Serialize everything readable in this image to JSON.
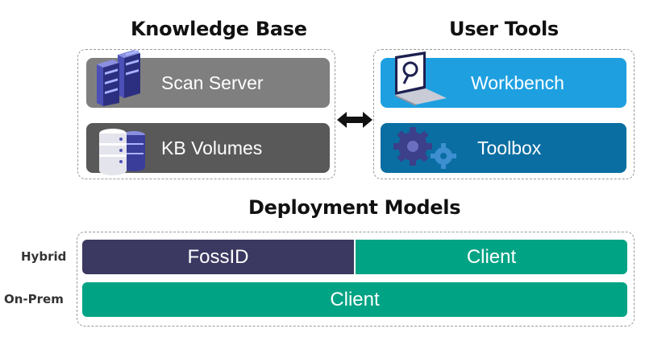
{
  "knowledge_base": {
    "title": "Knowledge Base",
    "items": [
      {
        "label": "Scan Server",
        "icon": "server-rack-icon",
        "color": "#7f7f7f"
      },
      {
        "label": "KB Volumes",
        "icon": "database-icon",
        "color": "#595959"
      }
    ]
  },
  "user_tools": {
    "title": "User Tools",
    "items": [
      {
        "label": "Workbench",
        "icon": "laptop-magnifier-icon",
        "color": "#1ea0e0"
      },
      {
        "label": "Toolbox",
        "icon": "gears-icon",
        "color": "#0a6ea2"
      }
    ]
  },
  "connector": {
    "icon": "double-arrow-icon"
  },
  "deployment_models": {
    "title": "Deployment Models",
    "rows": [
      {
        "label": "Hybrid",
        "segments": [
          {
            "label": "FossID",
            "color": "#3b3961"
          },
          {
            "label": "Client",
            "color": "#00a384"
          }
        ]
      },
      {
        "label": "On-Prem",
        "segments": [
          {
            "label": "Client",
            "color": "#00a384"
          }
        ]
      }
    ]
  }
}
